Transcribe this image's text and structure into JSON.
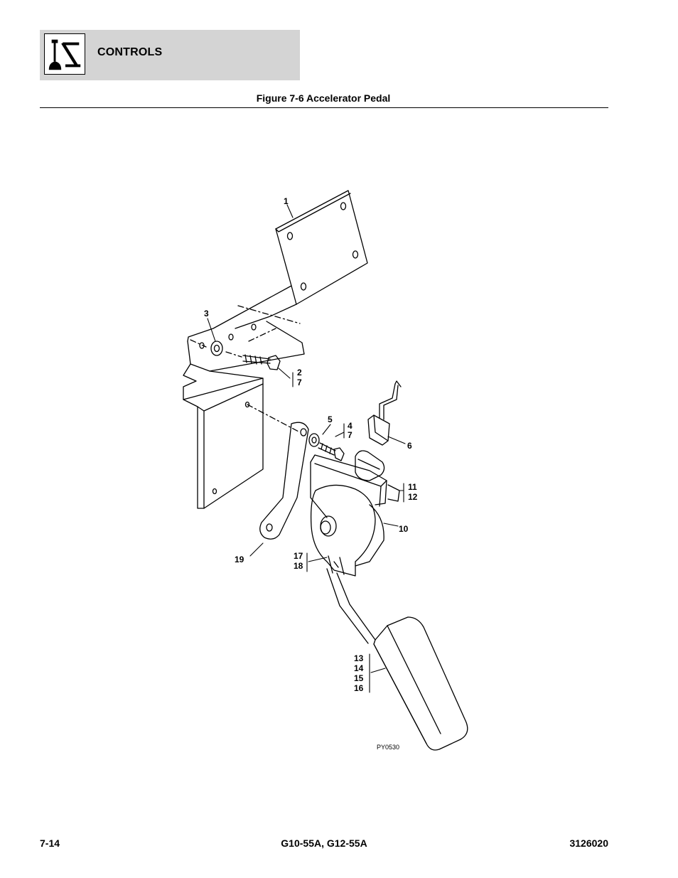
{
  "header": {
    "section_title": "CONTROLS",
    "section_icon": "joystick-control-icon"
  },
  "figure": {
    "title": "Figure 7-6 Accelerator Pedal",
    "code": "PY0530",
    "callouts": {
      "c1": "1",
      "c3": "3",
      "c2": "2",
      "c7a": "7",
      "c5": "5",
      "c4": "4",
      "c7b": "7",
      "c6": "6",
      "c11": "11",
      "c12": "12",
      "c10": "10",
      "c19": "19",
      "c17": "17",
      "c18": "18",
      "c13": "13",
      "c14": "14",
      "c15": "15",
      "c16": "16"
    }
  },
  "footer": {
    "page_number": "7-14",
    "models": "G10-55A, G12-55A",
    "doc_number": "3126020"
  }
}
